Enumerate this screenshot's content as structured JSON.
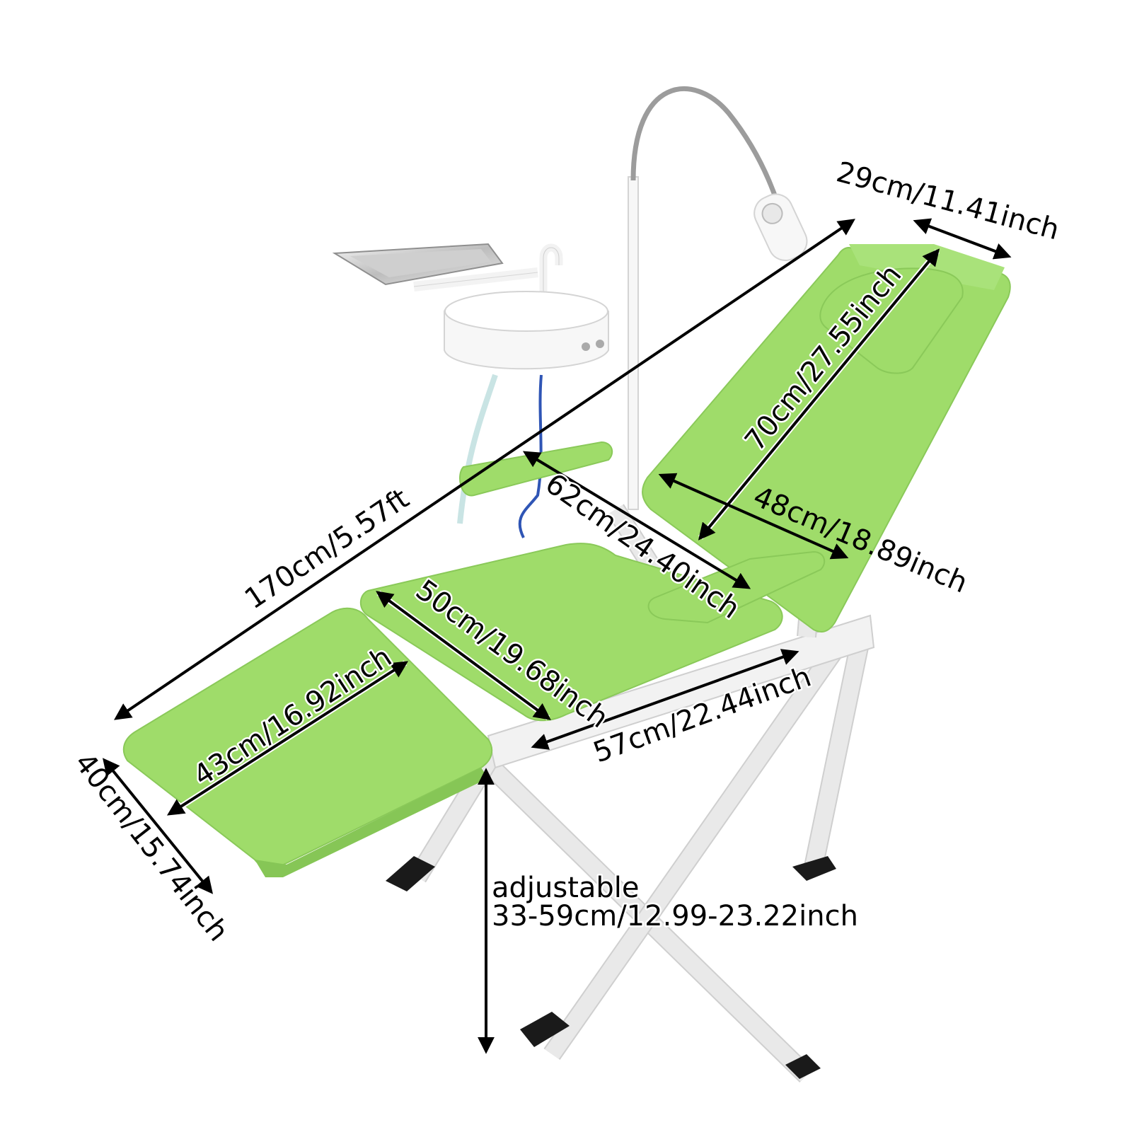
{
  "product": {
    "name": "Portable folding dental chair",
    "cushion_color": "#9fdc6a",
    "frame_color": "#f2f2f2",
    "accessories": [
      "instrument-tray",
      "spittoon-basin",
      "water-faucet",
      "led-lamp",
      "gooseneck-arm",
      "armrests",
      "headrest-pillow"
    ]
  },
  "dimensions": {
    "headrest_width": "29cm/11.41inch",
    "backrest_length": "70cm/27.55inch",
    "total_length": "170cm/5.57ft",
    "armrest_span": "62cm/24.40inch",
    "backrest_width": "48cm/18.89inch",
    "seat_length": "50cm/19.68inch",
    "legrest_length": "43cm/16.92inch",
    "frame_depth": "57cm/22.44inch",
    "legrest_width": "40cm/15.74inch",
    "height_label": "adjustable",
    "height_range": "33-59cm/12.99-23.22inch"
  }
}
